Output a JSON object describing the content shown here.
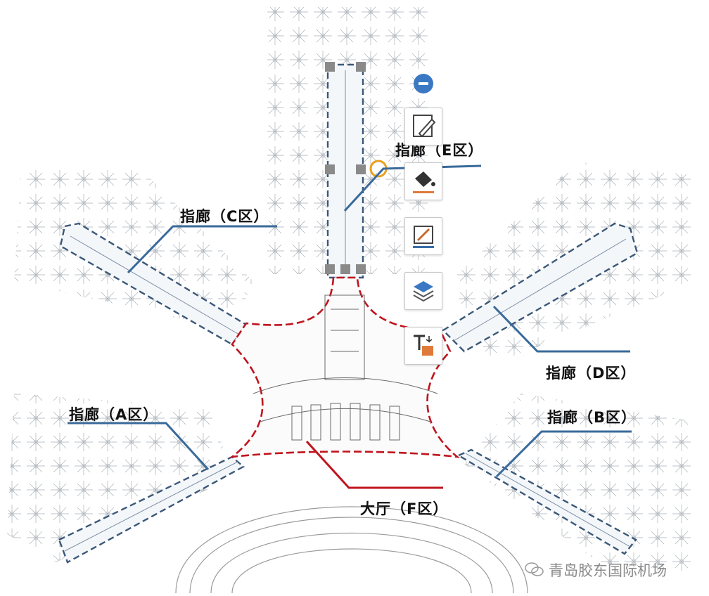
{
  "labels": {
    "e": "指廊（E区）",
    "c": "指廊（C区）",
    "d": "指廊（D区）",
    "a": "指廊（A区）",
    "b": "指廊（B区）",
    "f": "大厅（F区）"
  },
  "watermark": "青岛胶东国际机场",
  "toolbar": {
    "tools": [
      {
        "name": "edit-tool",
        "icon": "pencil-frame-icon"
      },
      {
        "name": "fill-tool",
        "icon": "paint-bucket-icon"
      },
      {
        "name": "line-color-tool",
        "icon": "pen-line-icon"
      },
      {
        "name": "layers-tool",
        "icon": "layers-icon"
      },
      {
        "name": "text-style-tool",
        "icon": "text-color-icon"
      }
    ],
    "remove_icon": "minus-circle-icon"
  },
  "colors": {
    "pier_outline": "#3c5878",
    "hall_outline": "#c0141e",
    "leader_blue": "#3a6a9a",
    "leader_red": "#c0141e",
    "selection_handle": "#8a8a8a",
    "rotate_handle": "#e8a020",
    "accent_blue": "#3b78c4"
  }
}
